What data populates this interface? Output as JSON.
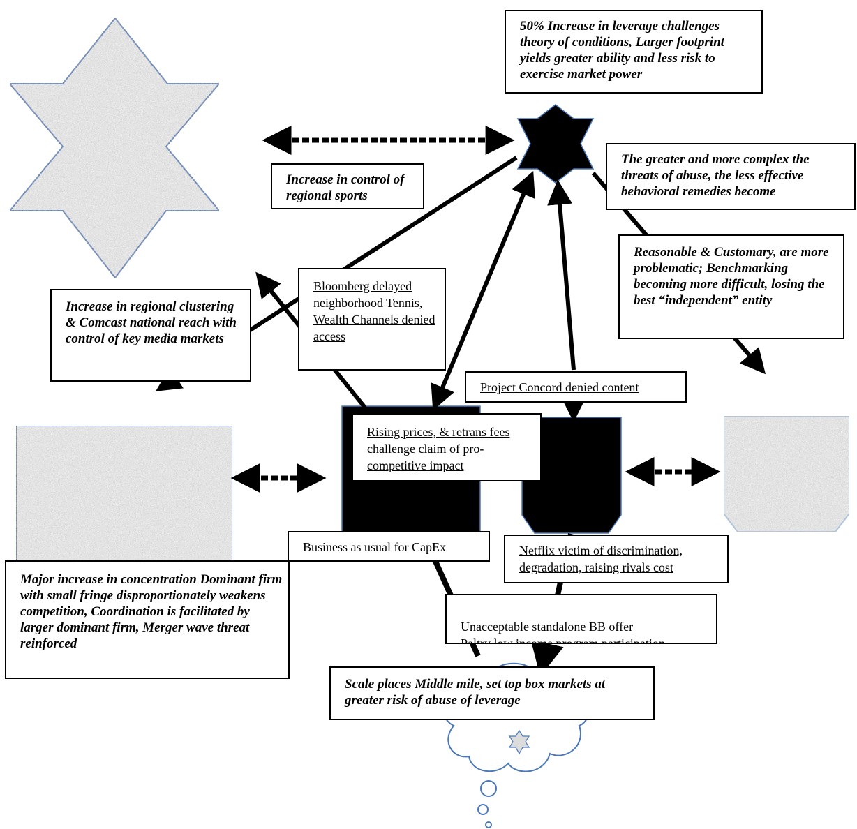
{
  "boxes": {
    "top_leverage": "50% Increase in leverage challenges theory of conditions, Larger footprint yields greater ability and less risk to exercise market power",
    "regional_sports": "Increase in control of regional sports",
    "complex_threats": "The greater and more complex the threats of abuse, the less effective behavioral remedies become",
    "reasonable_customary": "Reasonable & Customary, are more problematic; Benchmarking becoming more difficult, losing the best “independent” entity",
    "regional_clustering": "Increase in regional clustering & Comcast national reach with control of key media markets",
    "bloomberg": "Bloomberg delayed neighborhood Tennis, Wealth Channels denied access",
    "project_concord": "Project Concord denied content",
    "rising_prices": "Rising prices, &  retrans fees challenge claim of pro-competitive impact",
    "capex": "Business as usual for CapEx",
    "netflix": "Netflix victim of discrimination, degradation, raising rivals cost",
    "standalone_bb": "Unacceptable standalone BB offer\nPaltry low income program participation",
    "concentration": "Major increase in concentration Dominant firm with small fringe disproportionately weakens competition, Coordination is facilitated by larger dominant firm, Merger wave threat reinforced",
    "middle_mile": "Scale places Middle mile, set top box markets at greater risk of abuse of leverage"
  },
  "colors": {
    "shape_fill": "#efefef",
    "shape_outline": "#4a78b8",
    "dark": "#000000"
  }
}
